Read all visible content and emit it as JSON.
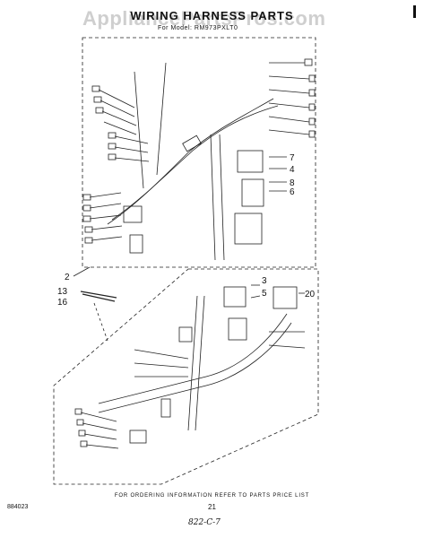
{
  "watermark": "AppliancePartsPros.com",
  "title": "WIRING HARNESS PARTS",
  "model": "For Model: RM973PXLT0",
  "callouts": {
    "c7": "7",
    "c4": "4",
    "c8": "8",
    "c6": "6",
    "c2": "2",
    "c13": "13",
    "c16": "16",
    "c3": "3",
    "c5": "5",
    "c20": "20"
  },
  "footer_text": "FOR ORDERING INFORMATION REFER TO PARTS PRICE LIST",
  "page_number": "21",
  "doc_code": "884023",
  "handwritten_note": "822-C-7"
}
